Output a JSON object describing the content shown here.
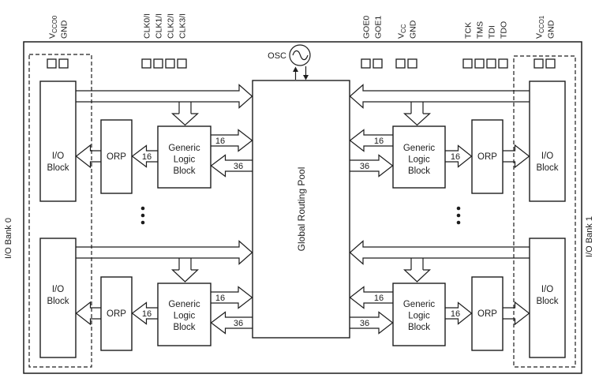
{
  "figure": {
    "background": "#ffffff",
    "line_color": "#1d1d1d"
  },
  "pins": [
    {
      "text": "V",
      "sub": "CCO0"
    },
    {
      "text": "GND"
    },
    {
      "text": "CLK0/I"
    },
    {
      "text": "CLK1/I"
    },
    {
      "text": "CLK2/I"
    },
    {
      "text": "CLK3/I"
    },
    {
      "text": "GOE0"
    },
    {
      "text": "GOE1"
    },
    {
      "text": "V",
      "sub": "CC"
    },
    {
      "text": "GND"
    },
    {
      "text": "TCK"
    },
    {
      "text": "TMS"
    },
    {
      "text": "TDI"
    },
    {
      "text": "TDO"
    },
    {
      "text": "V",
      "sub": "CCO1"
    },
    {
      "text": "GND"
    }
  ],
  "labels": {
    "osc": "OSC",
    "grp": "Global Routing Pool",
    "bank0": "I/O Bank 0",
    "bank1": "I/O Bank 1",
    "io1": "I/O",
    "io2": "Block",
    "orp": "ORP",
    "glb1": "Generic",
    "glb2": "Logic",
    "glb3": "Block",
    "bus16": "16",
    "bus36": "36"
  }
}
